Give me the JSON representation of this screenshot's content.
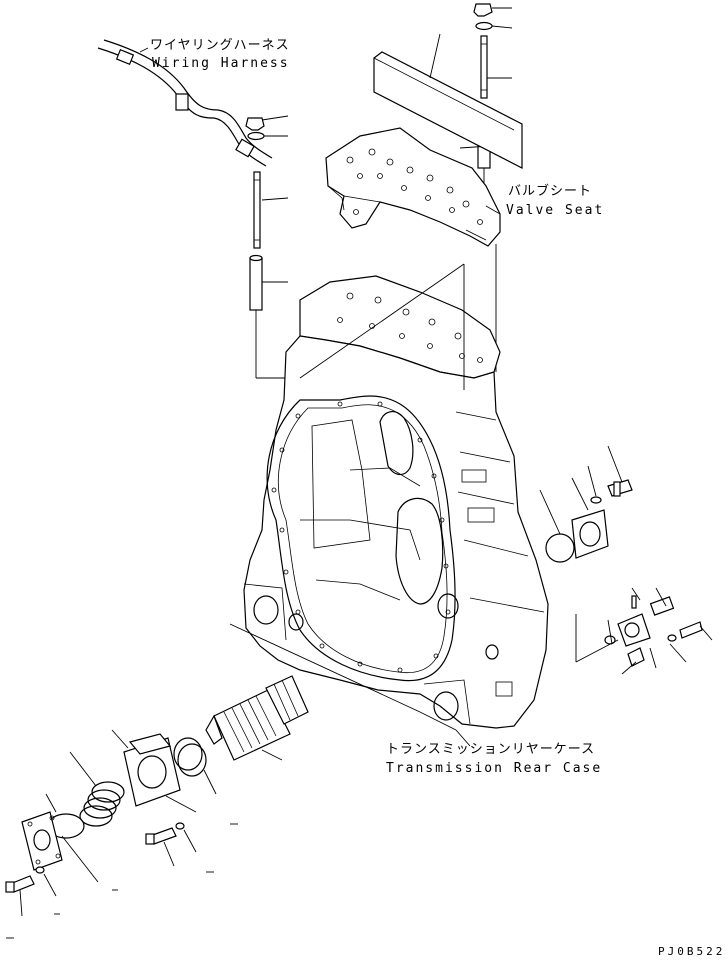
{
  "labels": {
    "wiring_harness_jp": "ワイヤリングハーネス",
    "wiring_harness_en": "Wiring Harness",
    "valve_seat_jp": "バルブシート",
    "valve_seat_en": "Valve Seat",
    "rear_case_jp": "トランスミッションリヤーケース",
    "rear_case_en": "Transmission Rear Case",
    "drawing_code": "PJ0B522"
  }
}
